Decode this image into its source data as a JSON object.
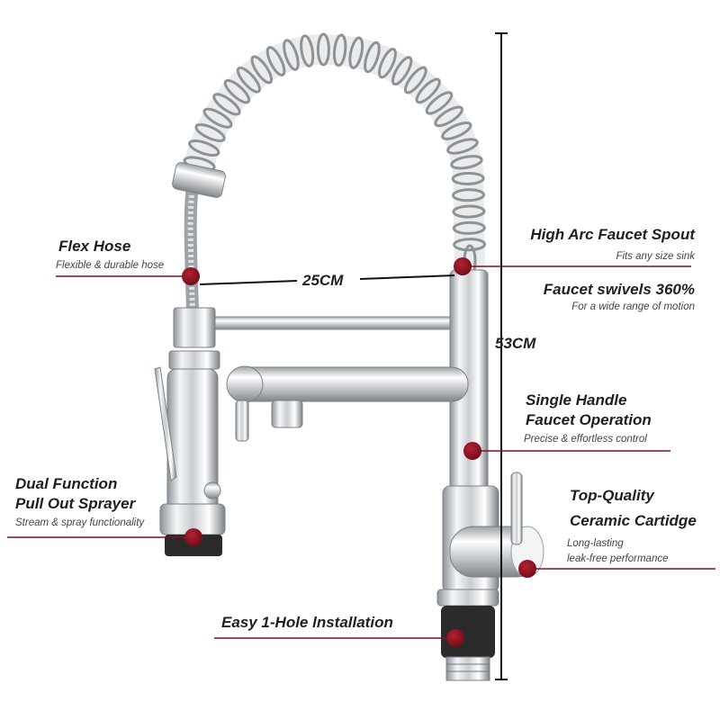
{
  "colors": {
    "accent": "#7a1420",
    "line": "#111111",
    "dot": "#8a1020"
  },
  "dimensions": {
    "width_label": "25CM",
    "height_label": "53CM"
  },
  "features": {
    "flex_hose": {
      "title": "Flex Hose",
      "subtitle": "Flexible & durable hose"
    },
    "high_arc": {
      "title": "High Arc Faucet Spout",
      "subtitle": "Fits any size sink"
    },
    "swivel": {
      "title": "Faucet swivels 360%",
      "subtitle": "For a wide range of motion"
    },
    "single_handle": {
      "title_line1": "Single Handle",
      "title_line2": "Faucet Operation",
      "subtitle": "Precise & effortless control"
    },
    "sprayer": {
      "title_line1": "Dual Function",
      "title_line2": "Pull Out Sprayer",
      "subtitle": "Stream & spray functionality"
    },
    "cartridge": {
      "title_line1": "Top-Quality",
      "title_line2": "Ceramic Cartidge",
      "subtitle_line1": "Long-lasting",
      "subtitle_line2": "leak-free performance"
    },
    "installation": {
      "title": "Easy 1-Hole lnstallation"
    }
  },
  "icons": [
    "faucet-illustration",
    "callout-dot"
  ]
}
